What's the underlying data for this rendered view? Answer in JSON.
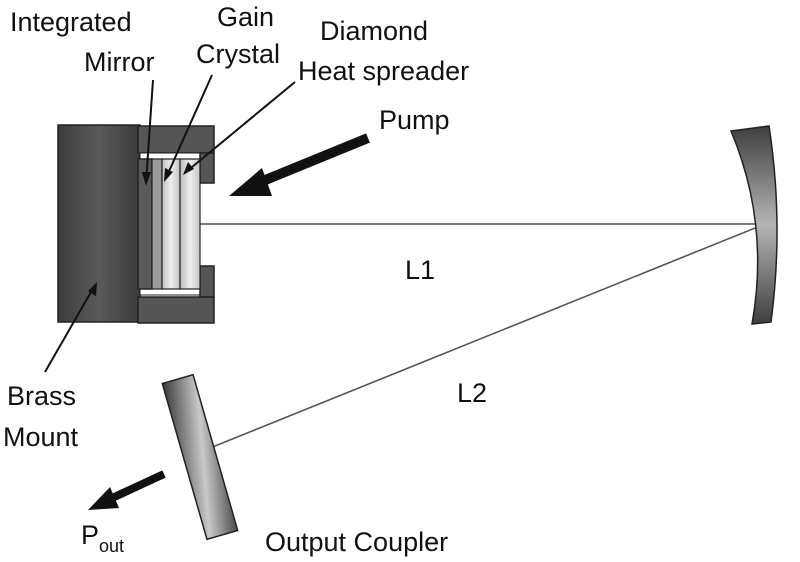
{
  "labels": {
    "integrated_mirror_line1": "Integrated",
    "integrated_mirror_line2": "Mirror",
    "gain_crystal_line1": "Gain",
    "gain_crystal_line2": "Crystal",
    "diamond_line1": "Diamond",
    "diamond_line2": "Heat spreader",
    "pump": "Pump",
    "l1": "L1",
    "l2": "L2",
    "brass_mount_line1": "Brass",
    "brass_mount_line2": "Mount",
    "output_coupler": "Output Coupler",
    "pout_main": "P",
    "pout_sub": "out"
  },
  "colors": {
    "mount_dark": "#4a4a4a",
    "mount_mid": "#6b6b6b",
    "crystal_light": "#d8d8d8",
    "beam": "#555555",
    "arrow": "#111111"
  }
}
